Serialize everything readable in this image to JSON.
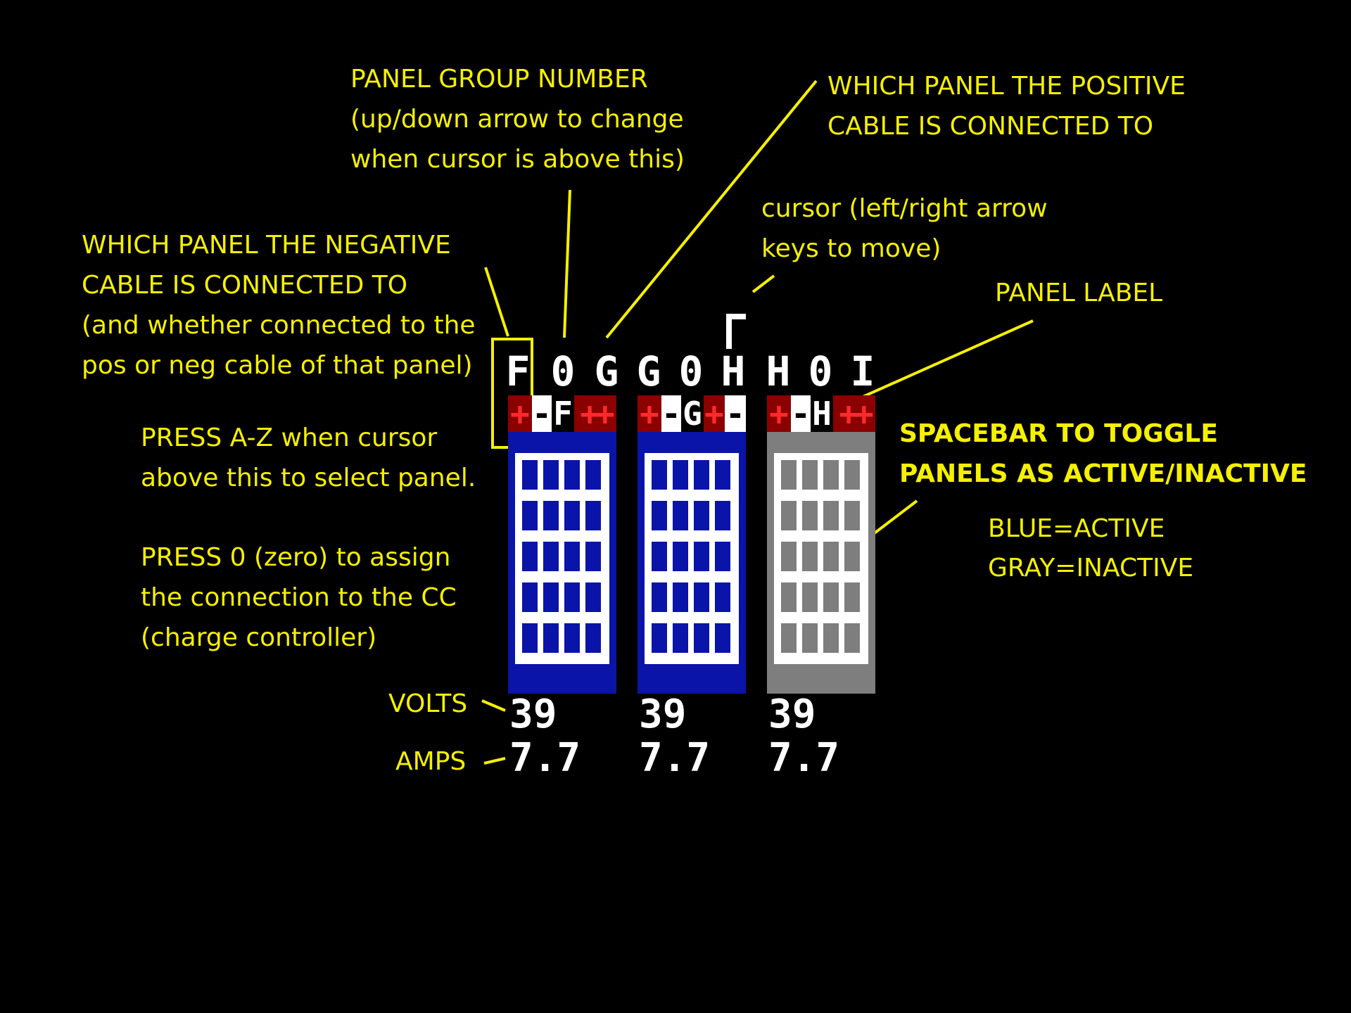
{
  "annotations": {
    "panel_group_number": "PANEL GROUP NUMBER\n(up/down arrow to change\nwhen cursor is above this)",
    "positive_cable": "WHICH PANEL THE POSITIVE\nCABLE IS CONNECTED TO",
    "cursor": "cursor (left/right arrow\nkeys to move)",
    "negative_cable": "WHICH PANEL THE NEGATIVE\nCABLE IS CONNECTED TO\n(and whether connected to the\npos or neg cable of that panel)",
    "panel_label": "PANEL LABEL",
    "press_az": "PRESS A-Z when cursor\nabove this to select panel.",
    "press_zero": "PRESS 0 (zero) to assign\nthe connection to the CC\n(charge controller)",
    "spacebar": "SPACEBAR TO TOGGLE\nPANELS AS ACTIVE/INACTIVE",
    "legend": "BLUE=ACTIVE\nGRAY=INACTIVE",
    "volts": "VOLTS",
    "amps": "AMPS"
  },
  "panels": [
    {
      "neg": "F",
      "group": "0",
      "pos": "G",
      "cable_neg": "+",
      "cable_label": "F",
      "cable_pos": "++",
      "cable_minus": "-",
      "active": true,
      "volts": "39",
      "amps": "7.7"
    },
    {
      "neg": "G",
      "group": "0",
      "pos": "H",
      "cable_neg": "+",
      "cable_label": "G",
      "cable_pos": "+",
      "cable_minus": "-",
      "cable_minus2": "-",
      "active": true,
      "volts": "39",
      "amps": "7.7"
    },
    {
      "neg": "H",
      "group": "0",
      "pos": "I",
      "cable_neg": "+",
      "cable_label": "H",
      "cable_pos": "++",
      "cable_minus": "-",
      "active": false,
      "volts": "39",
      "amps": "7.7"
    }
  ],
  "colors": {
    "annotation": "#f5f000",
    "active_panel": "#0a14a8",
    "inactive_panel": "#7e7e7e",
    "cable_red": "#8b0000"
  }
}
